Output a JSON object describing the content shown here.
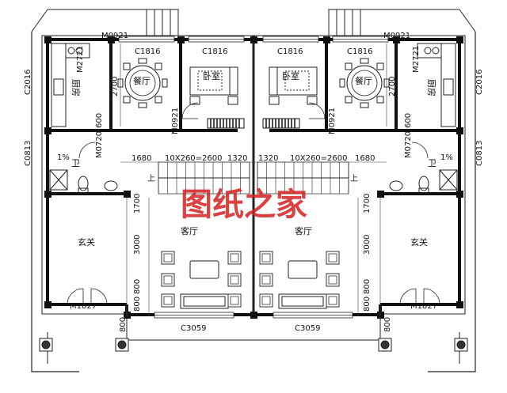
{
  "watermark": "图纸之家",
  "left_unit": {
    "door_top": "M0921",
    "window_dining": "C1816",
    "window_bedroom": "C1816",
    "kitchen": "厨房",
    "dining": "餐厅",
    "bedroom": "卧室",
    "side_window": "C2016",
    "kitchen_window": "M2721",
    "dim_2700": "2700",
    "dim_600": "600",
    "bath_door": "M0720",
    "bath_window": "C0813",
    "bath": "卫",
    "bath_note": "1%",
    "stair": "10X260=2600",
    "stair_up": "上",
    "dim_1680": "1680",
    "dim_1320": "1320",
    "inner_door": "M0921",
    "entry": "玄关",
    "living": "客厅",
    "dim_3000": "3000",
    "dim_1700": "1700",
    "dim_800a": "800",
    "dim_800b": "800",
    "dim_800c": "800",
    "front_door": "M1827",
    "front_window": "C3059"
  },
  "right_unit": {
    "door_top": "M0921",
    "window_dining": "C1816",
    "window_bedroom": "C1816",
    "kitchen": "厨房",
    "dining": "餐厅",
    "bedroom": "卧室",
    "side_window": "C2016",
    "kitchen_window": "M2721",
    "dim_2700": "2700",
    "dim_600": "600",
    "bath_door": "M0720",
    "bath_window": "C0813",
    "bath": "卫",
    "bath_note": "1%",
    "stair": "10X260=2600",
    "stair_up": "上",
    "dim_1680": "1680",
    "dim_1320": "1320",
    "inner_door": "M0921",
    "entry": "玄关",
    "living": "客厅",
    "dim_3000": "3000",
    "dim_1700": "1700",
    "dim_800a": "800",
    "dim_800b": "800",
    "dim_800c": "800",
    "front_door": "M1827",
    "front_window": "C3059"
  }
}
